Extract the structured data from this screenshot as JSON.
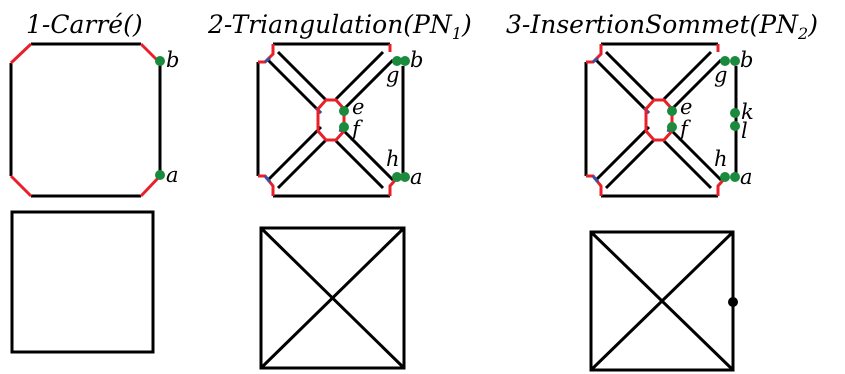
{
  "panels": [
    {
      "number": "1",
      "name": "Carré()",
      "subscript": ""
    },
    {
      "number": "2",
      "name": "Triangulation(PN",
      "subscript": "1",
      "close": ")"
    },
    {
      "number": "3",
      "name": "InsertionSommet(PN",
      "subscript": "2",
      "close": ")"
    }
  ],
  "point_labels": {
    "a": "a",
    "b": "b",
    "e": "e",
    "f": "f",
    "g": "g",
    "h": "h",
    "k": "k",
    "l": "l"
  },
  "colors": {
    "edge": "#000000",
    "dart_red": "#e8202a",
    "dart_blue": "#3f4fa0",
    "point": "#1a8a3c",
    "vertex": "#000000"
  }
}
